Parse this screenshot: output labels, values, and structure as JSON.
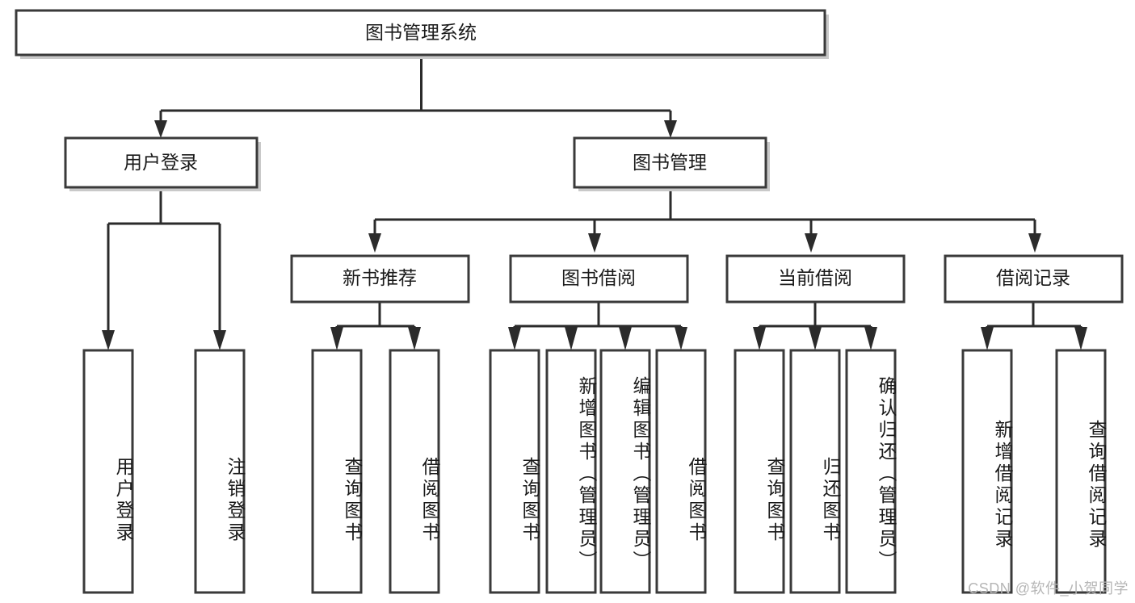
{
  "diagram": {
    "type": "tree-hierarchy-chart",
    "title": "图书管理系统",
    "root": {
      "id": "root",
      "label": "图书管理系统",
      "orientation": "horizontal"
    },
    "level2": [
      {
        "id": "user-login",
        "label": "用户登录",
        "orientation": "horizontal"
      },
      {
        "id": "book-manage",
        "label": "图书管理",
        "orientation": "horizontal"
      }
    ],
    "level3": [
      {
        "id": "new-book-recommend",
        "label": "新书推荐",
        "orientation": "horizontal",
        "parent": "book-manage"
      },
      {
        "id": "book-borrow",
        "label": "图书借阅",
        "orientation": "horizontal",
        "parent": "book-manage"
      },
      {
        "id": "current-borrow",
        "label": "当前借阅",
        "orientation": "horizontal",
        "parent": "book-manage"
      },
      {
        "id": "borrow-record",
        "label": "借阅记录",
        "orientation": "horizontal",
        "parent": "book-manage"
      }
    ],
    "leaves": [
      {
        "id": "leaf-user-login",
        "label": "用户登录",
        "orientation": "vertical",
        "parent": "user-login"
      },
      {
        "id": "leaf-user-logout",
        "label": "注销登录",
        "orientation": "vertical",
        "parent": "user-login"
      },
      {
        "id": "leaf-query-book-1",
        "label": "查询图书",
        "orientation": "vertical",
        "parent": "new-book-recommend"
      },
      {
        "id": "leaf-borrow-book-1",
        "label": "借阅图书",
        "orientation": "vertical",
        "parent": "new-book-recommend"
      },
      {
        "id": "leaf-query-book-2",
        "label": "查询图书",
        "orientation": "vertical",
        "parent": "book-borrow"
      },
      {
        "id": "leaf-add-book",
        "label": "新增图书（管理员）",
        "orientation": "vertical",
        "parent": "book-borrow"
      },
      {
        "id": "leaf-edit-book",
        "label": "编辑图书（管理员）",
        "orientation": "vertical",
        "parent": "book-borrow"
      },
      {
        "id": "leaf-borrow-book-2",
        "label": "借阅图书",
        "orientation": "vertical",
        "parent": "book-borrow"
      },
      {
        "id": "leaf-query-book-3",
        "label": "查询图书",
        "orientation": "vertical",
        "parent": "current-borrow"
      },
      {
        "id": "leaf-return-book",
        "label": "归还图书",
        "orientation": "vertical",
        "parent": "current-borrow"
      },
      {
        "id": "leaf-confirm-return",
        "label": "确认归还（管理员）",
        "orientation": "vertical",
        "parent": "current-borrow"
      },
      {
        "id": "leaf-add-record",
        "label": "新增借阅记录",
        "orientation": "vertical",
        "parent": "borrow-record"
      },
      {
        "id": "leaf-query-record",
        "label": "查询借阅记录",
        "orientation": "vertical",
        "parent": "borrow-record"
      }
    ]
  },
  "watermark": {
    "text": "CSDN @软件_小贺同学"
  },
  "colors": {
    "box_stroke": "#3a3a3a",
    "connector": "#2b2b2b",
    "box_fill": "#ffffff",
    "text": "#1a1a1a",
    "watermark": "#b6b6b6",
    "background": "#ffffff"
  }
}
